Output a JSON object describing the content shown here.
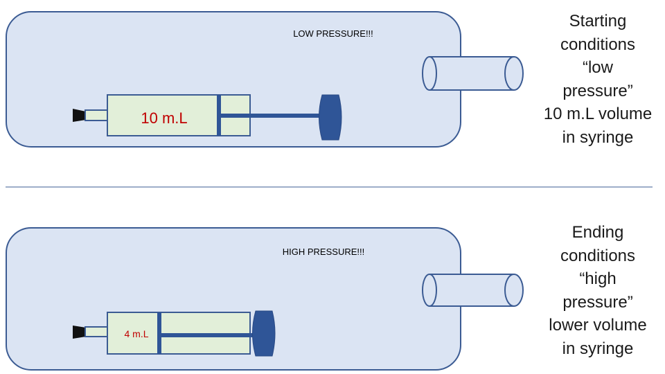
{
  "panels": {
    "top": {
      "pressure_label": "LOW PRESSURE!!!",
      "volume_label": "10 m.L",
      "description_lines": [
        "Starting",
        "conditions",
        "“low",
        "pressure”",
        "10 m.L volume",
        "in syringe"
      ]
    },
    "bottom": {
      "pressure_label": "HIGH PRESSURE!!!",
      "volume_label": "4 m.L",
      "description_lines": [
        "Ending",
        "conditions",
        "“high",
        "pressure”",
        "lower volume",
        "in syringe"
      ]
    }
  },
  "colors": {
    "container_fill": "#dbe4f3",
    "container_stroke": "#3b5b93",
    "syringe_fill": "#e2efd9",
    "plunger": "#2f5597",
    "volume_text": "#c00000",
    "tip": "#111111"
  }
}
